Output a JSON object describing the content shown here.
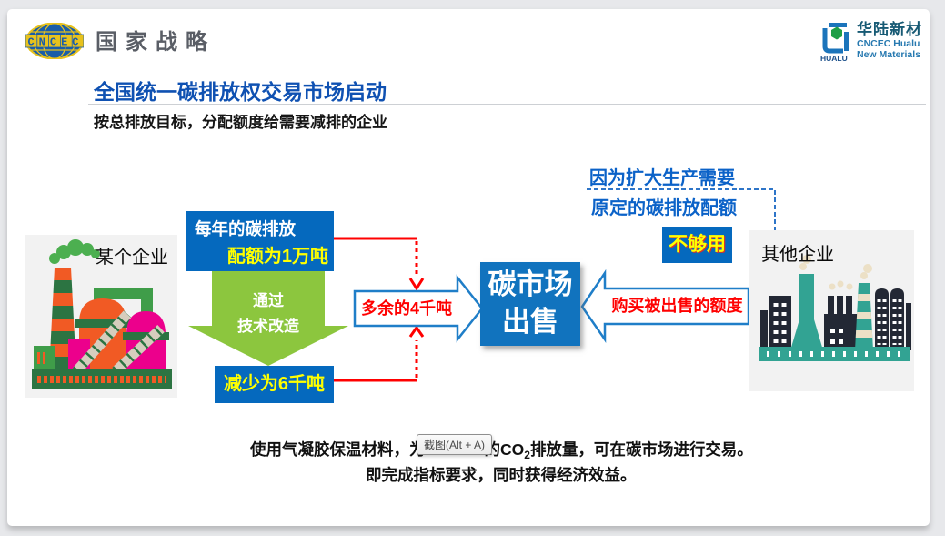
{
  "header": {
    "cncec_logo_text": "CNCEC",
    "brand_title": "国家战略",
    "hualu": {
      "icon_label": "HUALU",
      "name_cn": "华陆新材",
      "name_en1": "CNCEC Hualu",
      "name_en2": "New Materials"
    }
  },
  "title": "全国统一碳排放权交易市场启动",
  "subtitle": "按总排放目标，分配额度给需要减排的企业",
  "diagram": {
    "left_company_label": "某个企业",
    "right_company_label": "其他企业",
    "quota_box_line1": "每年的碳排放",
    "quota_box_line2": "配额为1万吨",
    "process_arrow_line1": "通过",
    "process_arrow_line2": "技术改造",
    "reduced_box": "减少为6千吨",
    "surplus_label": "多余的4千吨",
    "market_box_line1": "碳市场",
    "market_box_line2": "出售",
    "buy_label": "购买被出售的额度",
    "reason_line1": "因为扩大生产需要",
    "reason_line2": "原定的碳排放配额",
    "not_enough": "不够用"
  },
  "footer": {
    "line1_prefix": "使用气凝胶保温材料，为",
    "line1_mid": "的CO",
    "line1_sub": "2",
    "line1_rest": "排放量，可在碳市场进行交易。",
    "line2": "即完成指标要求，同时获得经济效益。",
    "tooltip_label": "截图(Alt + A)"
  },
  "colors": {
    "accent_blue": "#0569be",
    "market_blue": "#1173be",
    "green_arrow": "#8cc63e",
    "highlight_yellow": "#ffff00",
    "alert_red": "#ff0000",
    "title_blue": "#0f51b2",
    "text_blue": "#0b62c8"
  }
}
